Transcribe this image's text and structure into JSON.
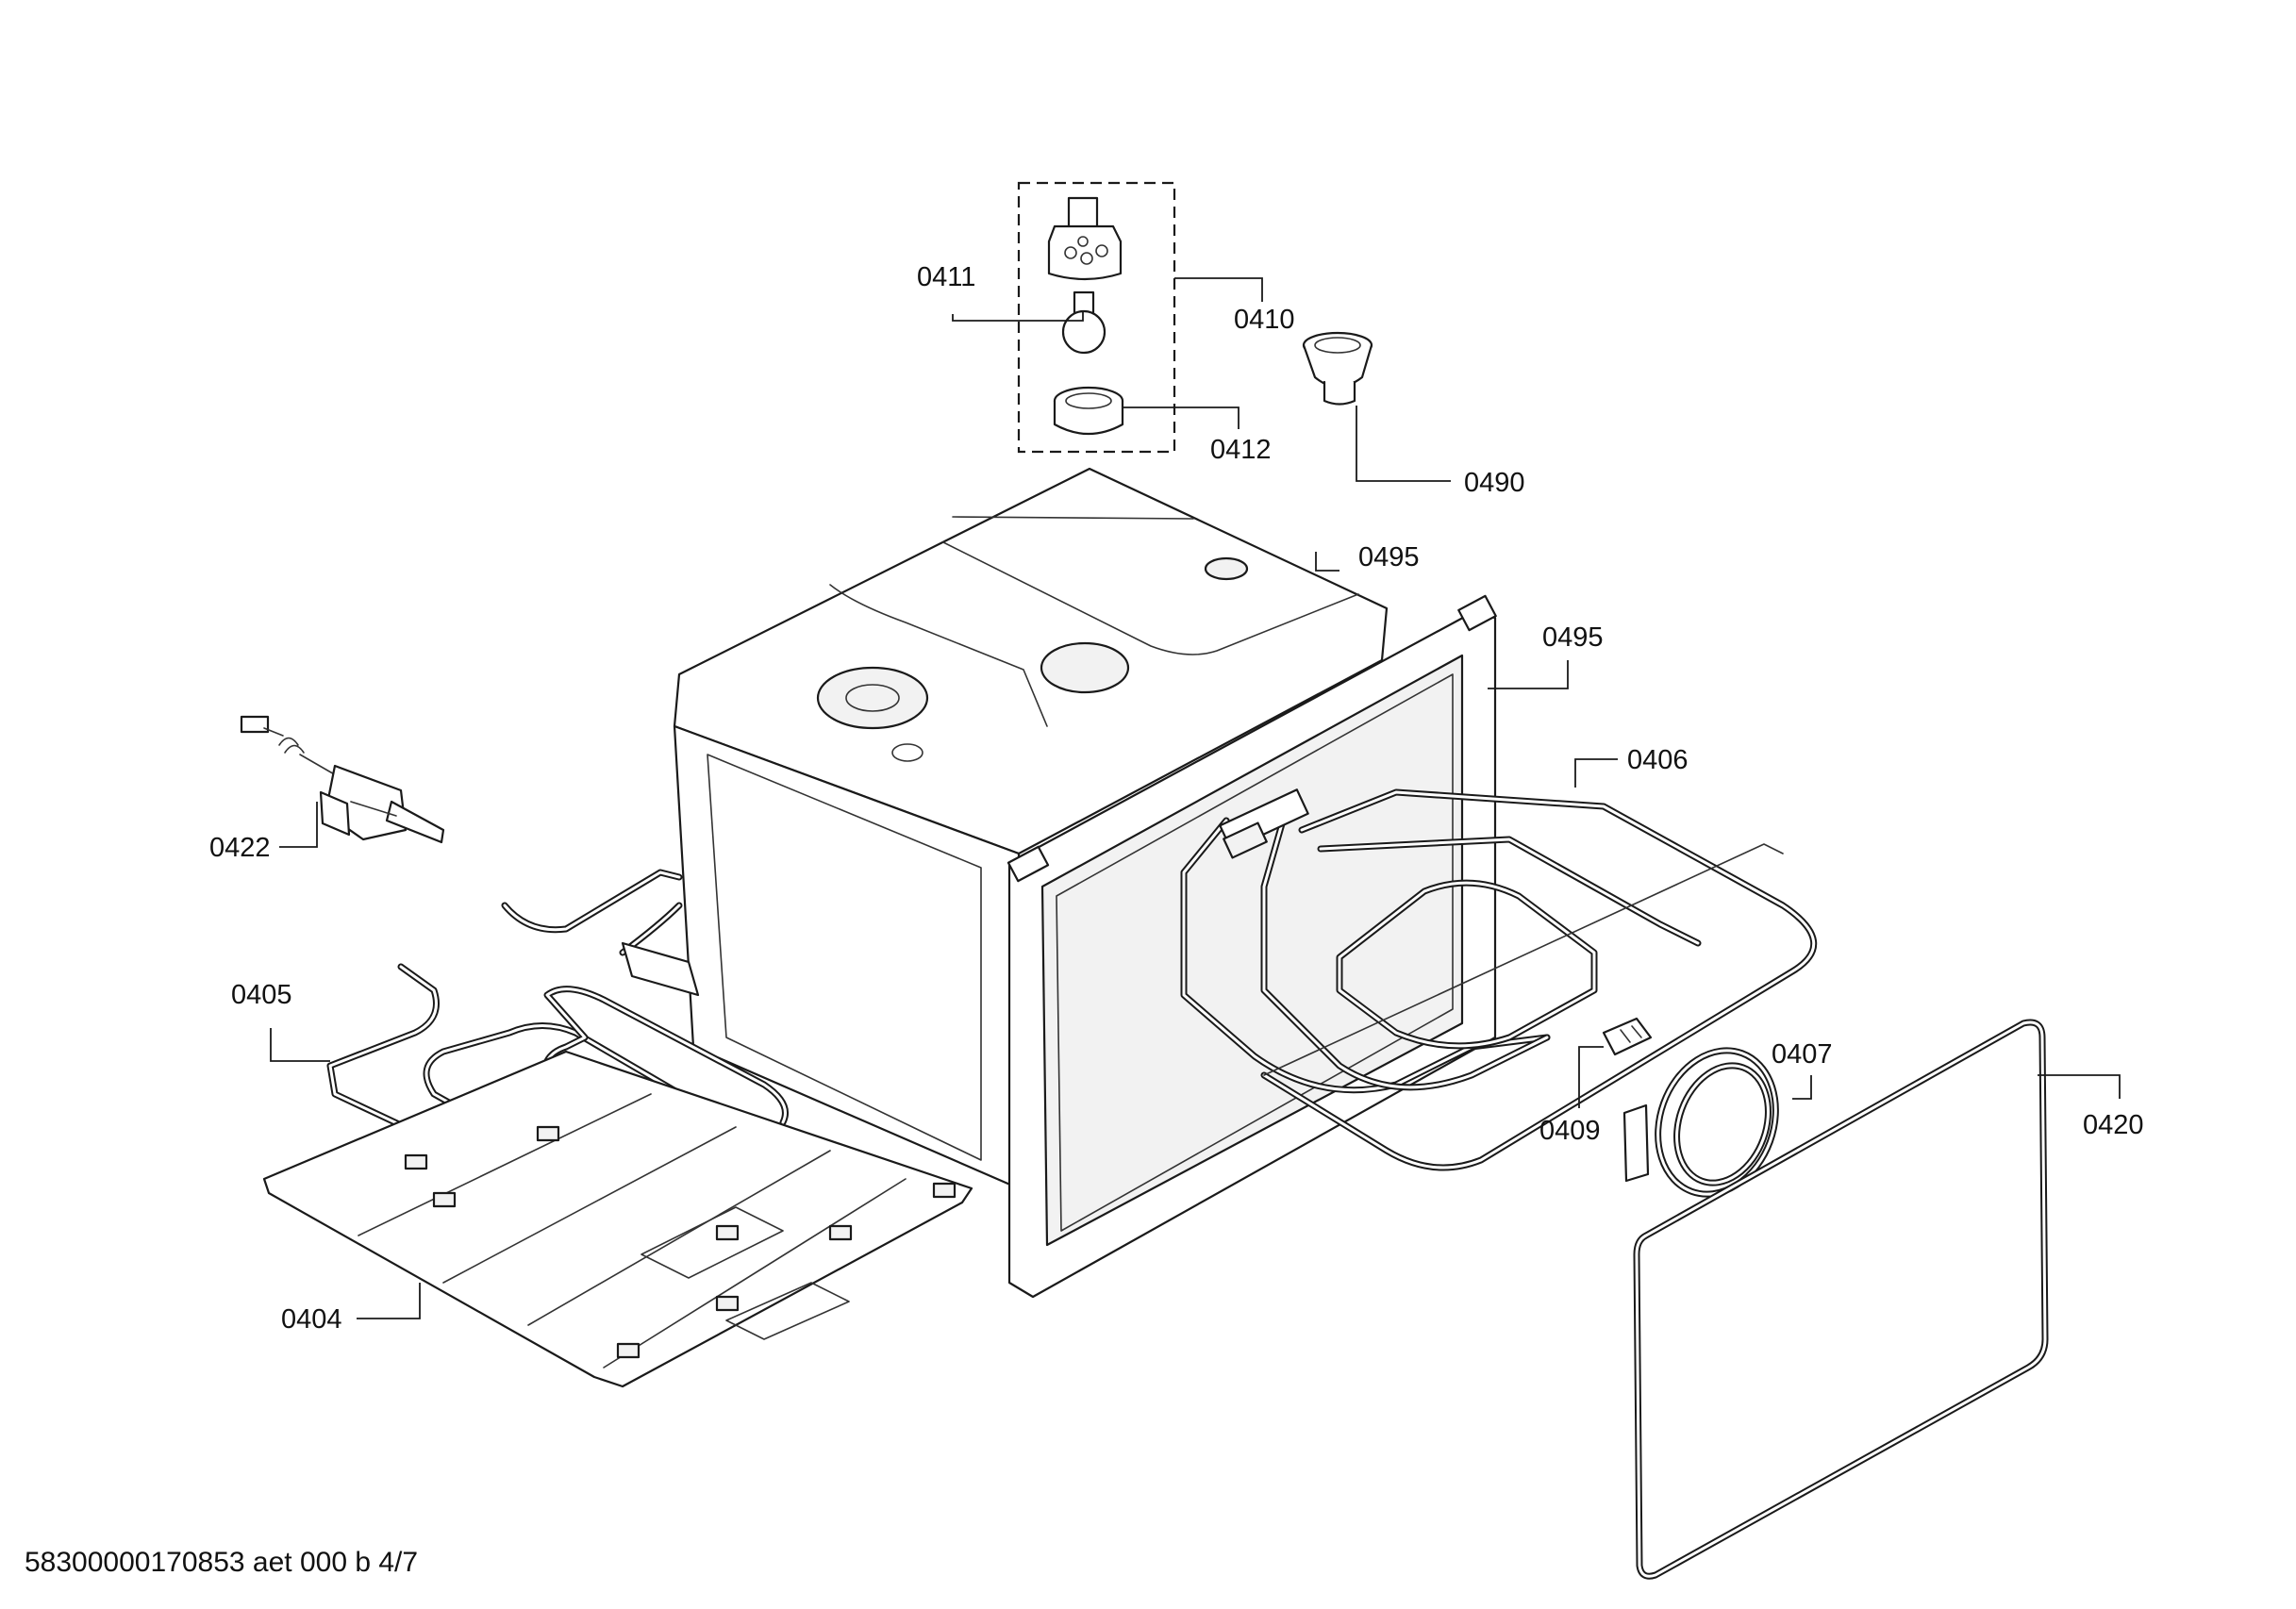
{
  "diagram": {
    "labels": {
      "lamp_assembly": "0410",
      "lamp_bulb": "0411",
      "lamp_ring": "0412",
      "lamp_cover": "0490",
      "muffle_top": "0495",
      "muffle_front": "0495",
      "grill_element": "0406",
      "temperature_sensor": "0422",
      "bottom_element": "0405",
      "bottom_plate": "0404",
      "circular_element": "0407",
      "bracket": "0409",
      "door_seal": "0420"
    },
    "footer": "58300000170853 aet 000 b 4/7"
  }
}
